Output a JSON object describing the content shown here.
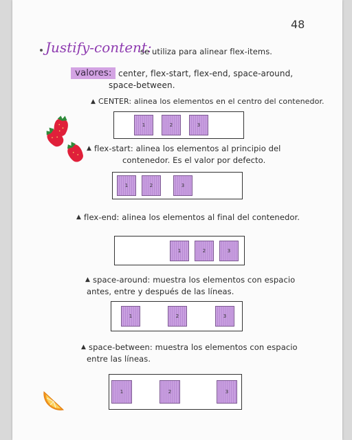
{
  "page_number": "48",
  "heading": {
    "title": "Justify-content:",
    "description": "se utiliza para alinear flex-items."
  },
  "valores": {
    "label": "valores:",
    "line1": "center, flex-start, flex-end, space-around,",
    "line2": "space-between."
  },
  "sections": [
    {
      "id": "center",
      "line1": "CENTER: alinea los elementos en el centro del contenedor.",
      "line2": "",
      "items": [
        "1",
        "2",
        "3"
      ]
    },
    {
      "id": "flex-start",
      "line1": "flex-start: alinea los elementos al principio del",
      "line2": "contenedor. Es el valor por defecto.",
      "items": [
        "1",
        "2",
        "3"
      ]
    },
    {
      "id": "flex-end",
      "line1": "flex-end: alinea los elementos al final del contenedor.",
      "line2": "",
      "items": [
        "1",
        "2",
        "3"
      ]
    },
    {
      "id": "space-around",
      "line1": "space-around: muestra los elementos con espacio",
      "line2": "antes, entre y después de las líneas.",
      "items": [
        "1",
        "2",
        "3"
      ]
    },
    {
      "id": "space-between",
      "line1": "space-between: muestra los elementos con espacio",
      "line2": "entre las líneas.",
      "items": [
        "1",
        "2",
        "3"
      ]
    }
  ],
  "colors": {
    "accent_purple": "#8e3bb0",
    "highlight": "#d3a3e3",
    "item_fill": "#c9a0e0",
    "strawberry": "#e0203a",
    "orange": "#f39a1e"
  },
  "decorations": [
    "strawberry-icon",
    "orange-slice-icon"
  ]
}
